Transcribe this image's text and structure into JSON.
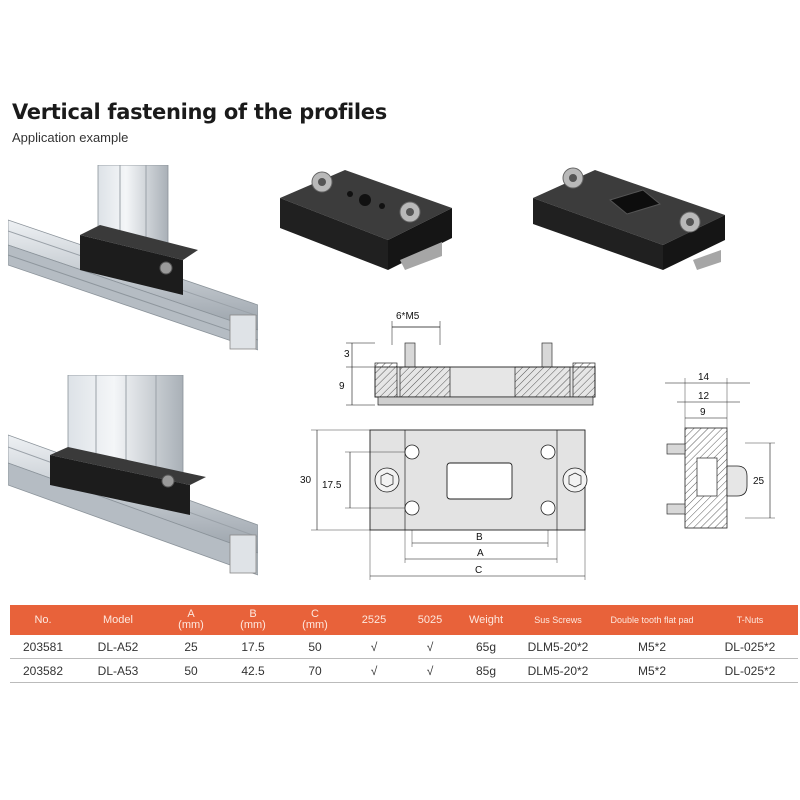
{
  "header": {
    "title": "Vertical fastening of the profiles",
    "subtitle": "Application example"
  },
  "drawing": {
    "top_view": {
      "holes": "6*M5",
      "dim_3": "3",
      "dim_9": "9"
    },
    "plan_view": {
      "dim_30": "30",
      "dim_17_5": "17.5",
      "dim_b": "B",
      "dim_a": "A",
      "dim_c": "C"
    },
    "side_view": {
      "dim_14": "14",
      "dim_12": "12",
      "dim_9": "9",
      "dim_25": "25"
    }
  },
  "table": {
    "headers": [
      {
        "line1": "No.",
        "line2": ""
      },
      {
        "line1": "Model",
        "line2": ""
      },
      {
        "line1": "A",
        "line2": "(mm)"
      },
      {
        "line1": "B",
        "line2": "(mm)"
      },
      {
        "line1": "C",
        "line2": "(mm)"
      },
      {
        "line1": "2525",
        "line2": ""
      },
      {
        "line1": "5025",
        "line2": ""
      },
      {
        "line1": "Weight",
        "line2": ""
      },
      {
        "line1": "Sus Screws",
        "line2": ""
      },
      {
        "line1": "Double tooth flat pad",
        "line2": ""
      },
      {
        "line1": "T-Nuts",
        "line2": ""
      }
    ],
    "rows": [
      [
        "203581",
        "DL-A52",
        "25",
        "17.5",
        "50",
        "√",
        "√",
        "65g",
        "DLM5-20*2",
        "M5*2",
        "DL-025*2"
      ],
      [
        "203582",
        "DL-A53",
        "50",
        "42.5",
        "70",
        "√",
        "√",
        "85g",
        "DLM5-20*2",
        "M5*2",
        "DL-025*2"
      ]
    ]
  },
  "colors": {
    "header_bg": "#e8623a",
    "profile": "#c9ced3",
    "bracket": "#1c1c1c"
  }
}
